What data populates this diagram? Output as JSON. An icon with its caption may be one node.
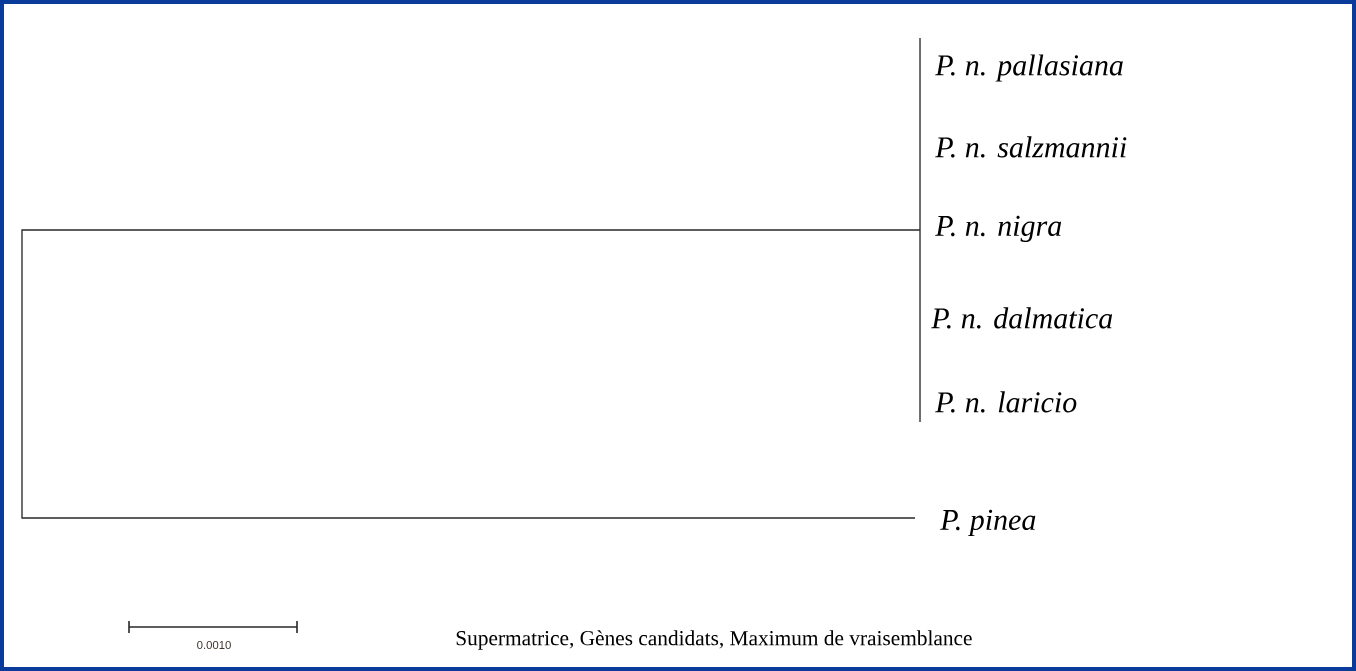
{
  "diagram": {
    "caption": "Supermatrice, Gènes candidats,  Maximum de vraisemblance",
    "labels": [
      "P. n. pallasiana",
      "P. n. salzmannii",
      "P. n. nigra",
      "P. n. dalmatica",
      "P. n. laricio",
      "P. pinea",
      "0.0010"
    ]
  }
}
